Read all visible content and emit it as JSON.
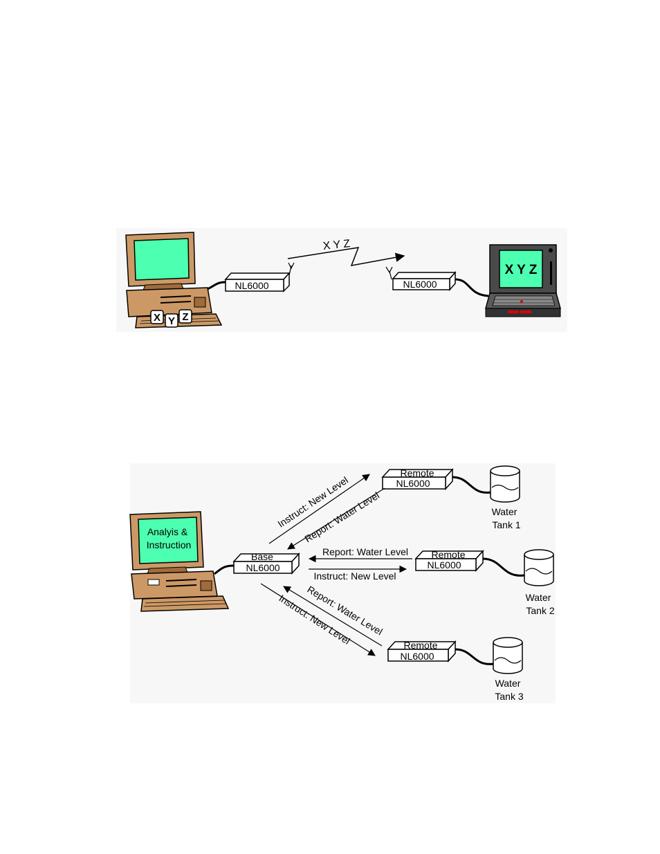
{
  "diagram1": {
    "radio_left": "NL6000",
    "radio_right": "NL6000",
    "signal_text": "X Y Z",
    "keyboard_keys": [
      "X",
      "Y",
      "Z"
    ],
    "laptop_screen": "X Y Z"
  },
  "diagram2": {
    "base_line1": "Base",
    "base_line2": "NL6000",
    "screen_line1": "Analyis &",
    "screen_line2": "Instruction",
    "remotes": [
      {
        "line1": "Remote",
        "line2": "NL6000",
        "tank1": "Water",
        "tank2": "Tank 1"
      },
      {
        "line1": "Remote",
        "line2": "NL6000",
        "tank1": "Water",
        "tank2": "Tank 2"
      },
      {
        "line1": "Remote",
        "line2": "NL6000",
        "tank1": "Water",
        "tank2": "Tank 3"
      }
    ],
    "link_instruct": "Instruct: New Level",
    "link_report": "Report: Water Level"
  },
  "colors": {
    "screen": "#4dffb0",
    "case": "#cc9966",
    "case_dark": "#a06b3d",
    "line": "#000000",
    "panel_bg": "#f7f7f7"
  }
}
